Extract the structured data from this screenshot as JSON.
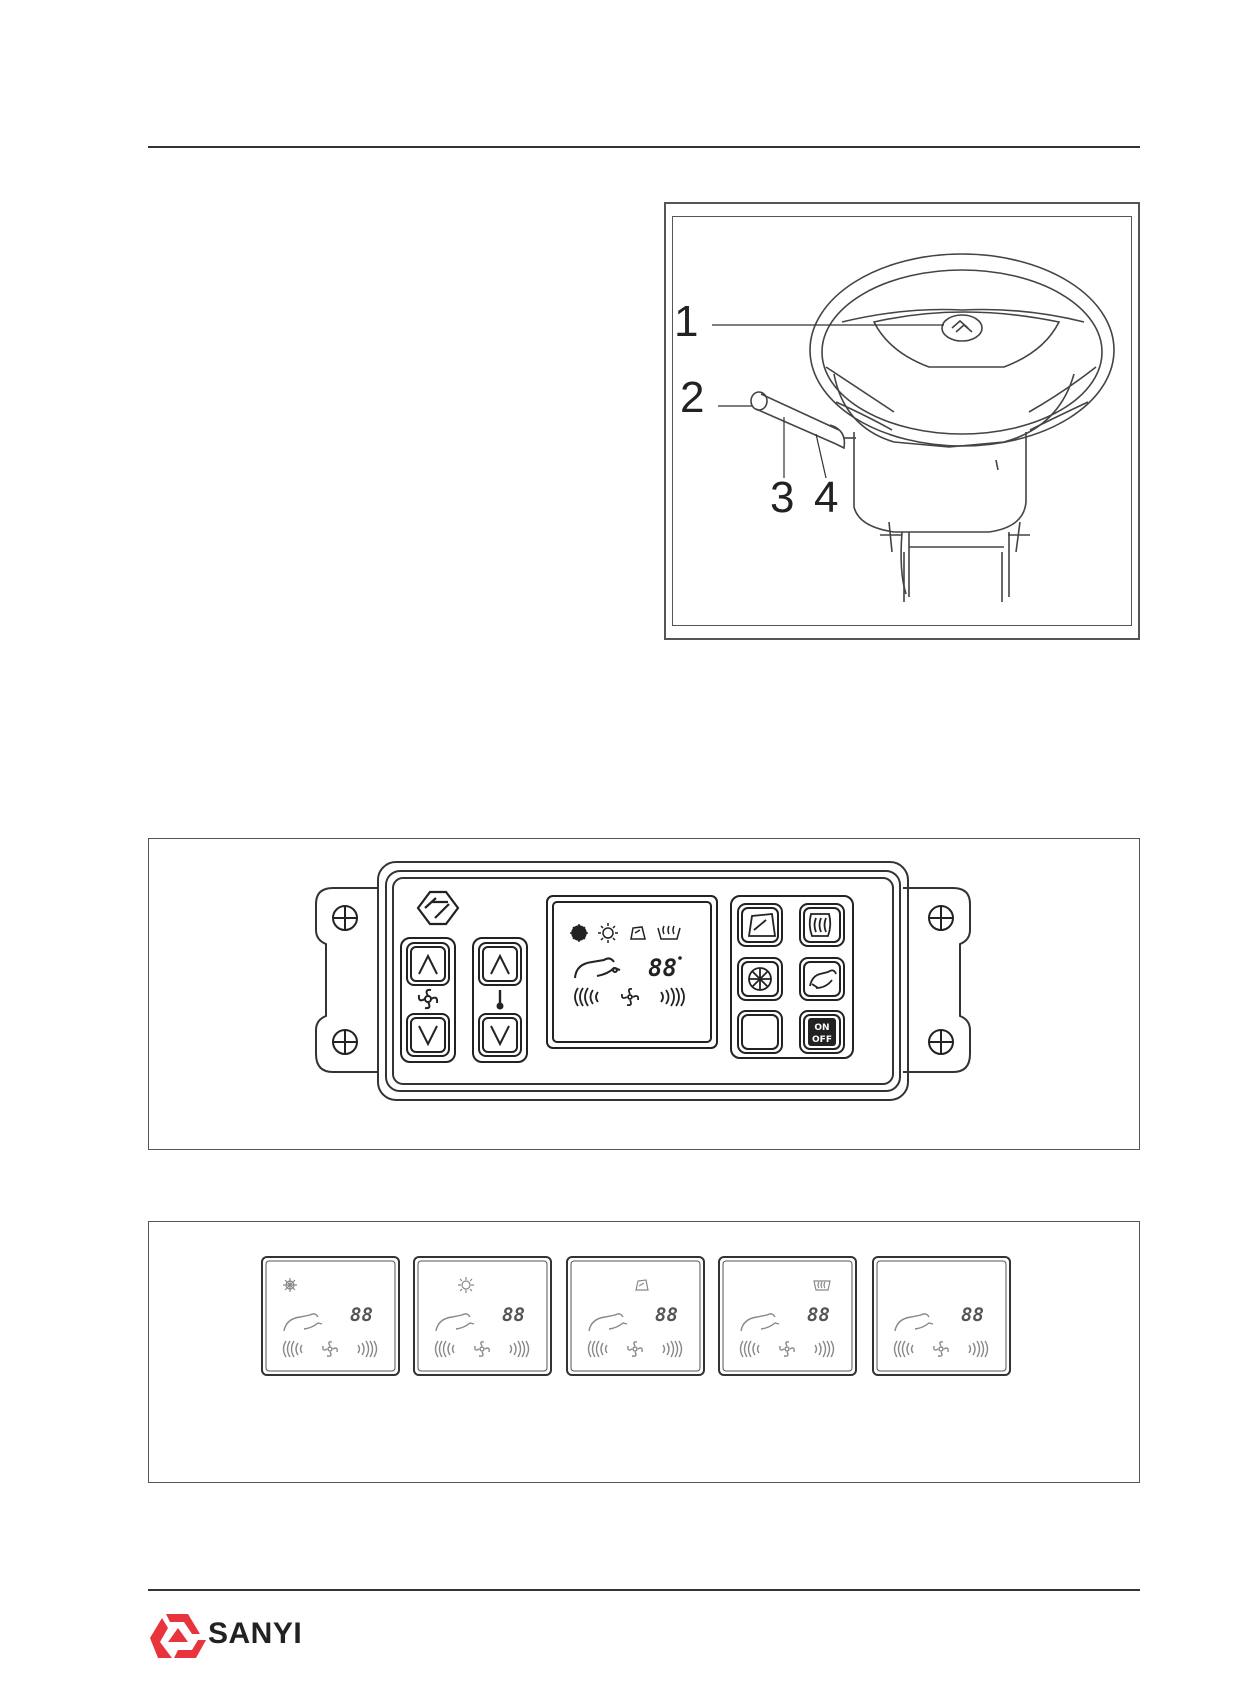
{
  "figure_steering": {
    "callouts": [
      "1",
      "2",
      "3",
      "4"
    ]
  },
  "figure_panel": {
    "display_readout": "88",
    "onoff_key": {
      "line1": "ON",
      "line2": "OFF"
    }
  },
  "figure_modes": {
    "modes": [
      {
        "icon": "snowflake-icon",
        "readout": "88"
      },
      {
        "icon": "sun-icon",
        "readout": "88"
      },
      {
        "icon": "windshield-icon",
        "readout": "88"
      },
      {
        "icon": "rear-defrost-icon",
        "readout": "88"
      },
      {
        "icon": "",
        "readout": "88"
      }
    ]
  },
  "footer": {
    "brand": "SANYI",
    "brand_color": "#e8343a"
  }
}
